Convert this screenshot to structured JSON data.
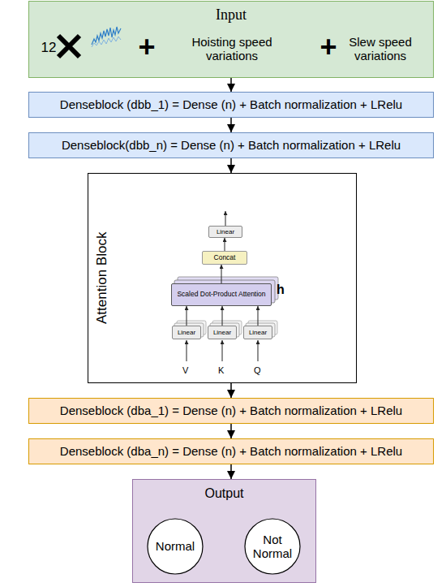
{
  "diagram": {
    "nodes": [
      {
        "text": [
          "Input",
          "12",
          "+",
          "Hoisting speed variations",
          "+",
          "Slew speed variations"
        ]
      },
      {
        "text": [
          "Denseblock (dbb_1) = Dense (n) + Batch normalization + LRelu"
        ]
      },
      {
        "text": [
          "Denseblock(dbb_n) = Dense (n) + Batch normalization + LRelu"
        ]
      },
      {
        "text": [
          "Attention Block"
        ]
      },
      {
        "text": [
          "Linear"
        ],
        "in": 3
      },
      {
        "text": [
          "Concat"
        ],
        "in": 3
      },
      {
        "text": [
          "Scaled Dot-Product Attention"
        ],
        "in": 3
      },
      {
        "text": [
          "Linear"
        ],
        "in": 3
      },
      {
        "text": [
          "Linear"
        ],
        "in": 3
      },
      {
        "text": [
          "Linear"
        ],
        "in": 3
      },
      {
        "text": [
          "Denseblock (dba_1) = Dense (n) + Batch normalization + LRelu"
        ]
      },
      {
        "text": [
          "Denseblock (dba_n) = Dense (n) + Batch normalization + LRelu"
        ]
      },
      {
        "text": [
          "Output"
        ]
      },
      {
        "text": [
          "Normal"
        ],
        "in": 12
      },
      {
        "text": [
          "Not Normal"
        ],
        "in": 12
      }
    ],
    "edges": [
      {
        "from": 0,
        "to": 1,
        "arrow": "to"
      },
      {
        "from": 1,
        "to": 2,
        "arrow": "to"
      },
      {
        "from": 2,
        "to": 3,
        "arrow": "to"
      },
      {
        "from": 3,
        "to": 10,
        "arrow": "to"
      },
      {
        "from": 10,
        "to": 11,
        "arrow": "to"
      },
      {
        "from": 11,
        "to": 12,
        "arrow": "to"
      },
      {
        "from": 7,
        "to": 6,
        "arrow": "to"
      },
      {
        "from": 8,
        "to": 6,
        "arrow": "to"
      },
      {
        "from": 9,
        "to": 6,
        "arrow": "to"
      },
      {
        "from": 6,
        "to": 5,
        "arrow": "to"
      },
      {
        "from": 5,
        "to": 4,
        "arrow": "to"
      }
    ],
    "labels": [
      "h",
      "V",
      "K",
      "Q"
    ]
  }
}
